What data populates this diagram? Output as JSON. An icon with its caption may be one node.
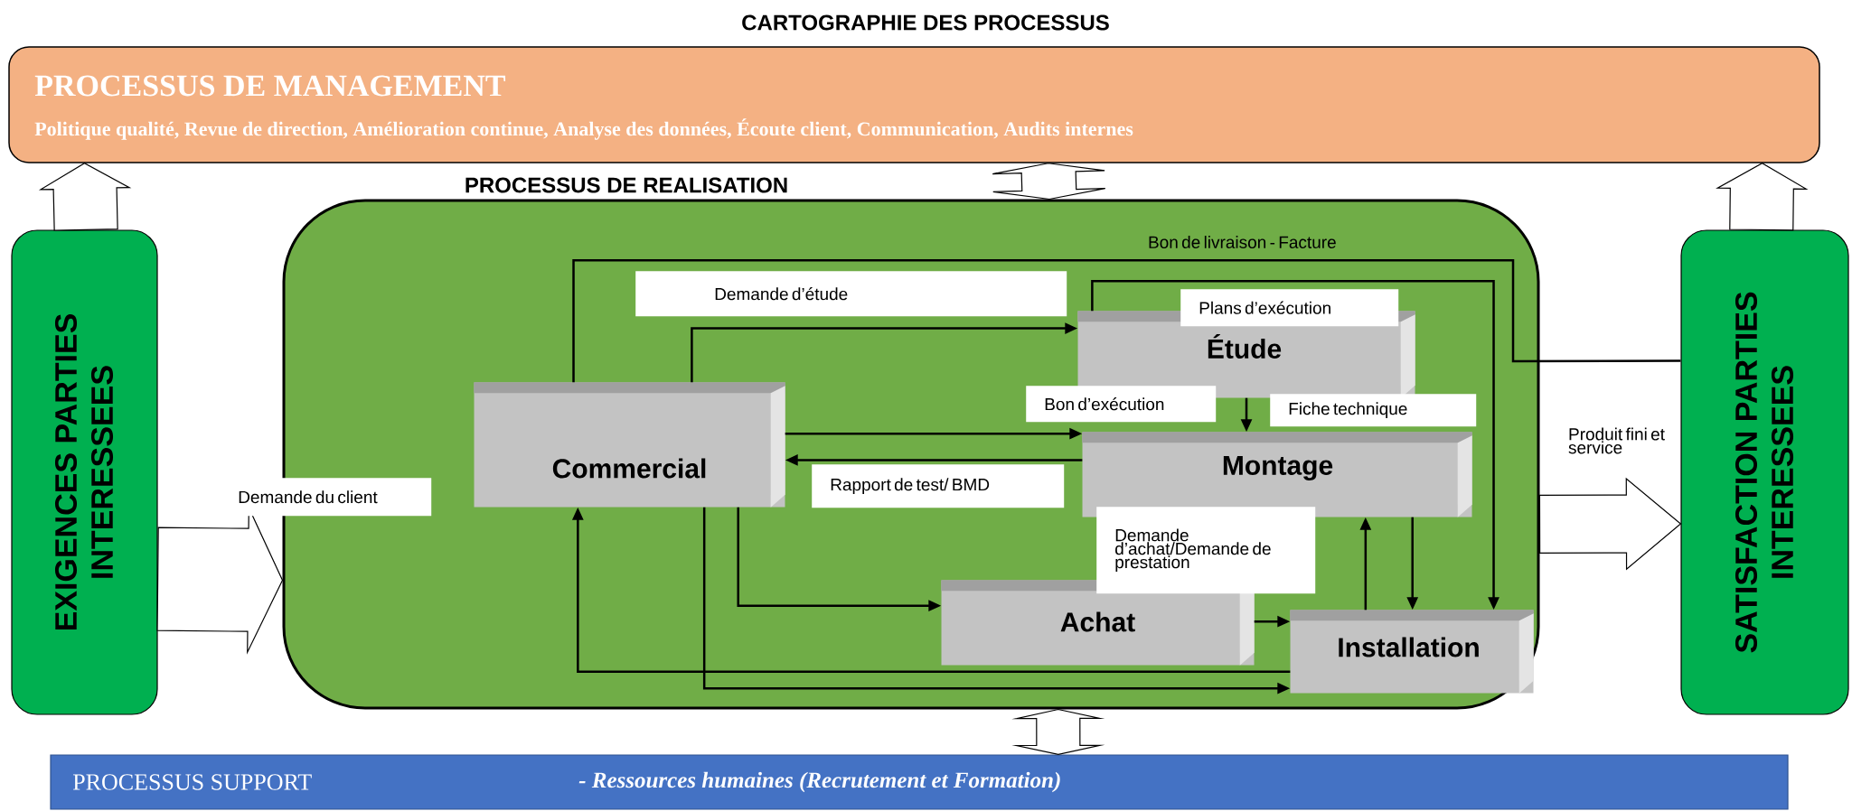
{
  "diagram": {
    "title": "CARTOGRAPHIE DES PROCESSUS",
    "nodes": [
      {
        "text": [
          "PROCESSUS DE MANAGEMENT",
          "**Politique qualité, Revue de direction, Amélioration continue, Analyse des** données, **Écoute client, Communication, Audits internes**"
        ]
      },
      {
        "text": [
          "PROCESSUS DE REALISATION"
        ]
      },
      {
        "text": [
          "EXIGENCES PARTIES INTERESSEES"
        ]
      },
      {
        "text": [
          "SATISFACTION PARTIES INTERESSEES"
        ]
      },
      {
        "text": [
          "PROCESSUS SUPPORT",
          "- Ressources humaines (Recrutement et Formation)"
        ]
      },
      {
        "text": [
          "Commercial"
        ],
        "in": 1
      },
      {
        "text": [
          "Étude"
        ],
        "in": 1
      },
      {
        "text": [
          "Montage"
        ],
        "in": 1
      },
      {
        "text": [
          "Achat"
        ],
        "in": 1
      },
      {
        "text": [
          "Installation"
        ],
        "in": 1
      }
    ],
    "edges": [
      {
        "from": 2,
        "to": 1,
        "arrow": "to",
        "label": "Demande du client"
      },
      {
        "from": 1,
        "to": 3,
        "arrow": "to",
        "label": "Produit fini et service"
      },
      {
        "from": 2,
        "to": 0,
        "arrow": "to"
      },
      {
        "from": 3,
        "to": 0,
        "arrow": "to"
      },
      {
        "from": 0,
        "to": 1,
        "arrow": "both"
      },
      {
        "from": 1,
        "to": 4,
        "arrow": "both"
      },
      {
        "from": 5,
        "to": 6,
        "arrow": "to",
        "label": "Demande d’étude"
      },
      {
        "from": 5,
        "to": 7,
        "arrow": "to",
        "label": "Bon d’exécution"
      },
      {
        "from": 7,
        "to": 5,
        "arrow": "to",
        "label": "Rapport de test/ BMD"
      },
      {
        "from": 6,
        "to": 7,
        "arrow": "to",
        "label": "Fiche technique"
      },
      {
        "from": 6,
        "to": 9,
        "arrow": "to",
        "label": "Plans d’exécution"
      },
      {
        "from": 5,
        "to": 3,
        "arrow": "none",
        "label": "Bon de livraison - Facture"
      },
      {
        "from": 8,
        "to": 9,
        "arrow": "to",
        "label": "Demande d’achat/Demande de prestation"
      },
      {
        "from": 9,
        "to": 7,
        "arrow": "to"
      },
      {
        "from": 7,
        "to": 9,
        "arrow": "to"
      },
      {
        "from": 5,
        "to": 8,
        "arrow": "to"
      },
      {
        "from": 9,
        "to": 5,
        "arrow": "to"
      },
      {
        "from": 5,
        "to": 9,
        "arrow": "to"
      }
    ]
  }
}
